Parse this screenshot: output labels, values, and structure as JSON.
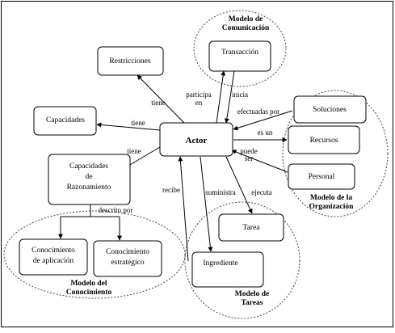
{
  "diagram": {
    "nodes": {
      "actor": [
        "Actor"
      ],
      "restricciones": [
        "Restricciones"
      ],
      "transaccion": [
        "Transacción"
      ],
      "capacidades": [
        "Capacidades"
      ],
      "soluciones": [
        "Soluciones"
      ],
      "recursos": [
        "Recursos"
      ],
      "personal": [
        "Personal"
      ],
      "capacidades_razonamiento": [
        "Capacidades",
        "de",
        "Razonamiento"
      ],
      "tarea": [
        "Tarea"
      ],
      "ingrediente": [
        "Ingrediente"
      ],
      "conocimiento_aplicacion": [
        "Conocimiento",
        "de aplicación"
      ],
      "conocimiento_estrategico": [
        "Conocimiento",
        "estratégico"
      ]
    },
    "groups": {
      "comunicacion": [
        "Modelo de",
        "Comunicación"
      ],
      "organizacion": [
        "Modelo de la",
        "Organización"
      ],
      "conocimiento": [
        "Modelo del",
        "Conocimiento"
      ],
      "tareas": [
        "Modelo de",
        "Tareas"
      ]
    },
    "edge_labels": {
      "tiene_restricciones": [
        "tiene"
      ],
      "participa_en": [
        "participa",
        "en"
      ],
      "inicia": [
        "inicia"
      ],
      "efectuadas_por": [
        "efectuadas por"
      ],
      "tiene_capacidades": [
        "tiene"
      ],
      "es_un": [
        "es un"
      ],
      "tiene_razonamiento": [
        "tiene"
      ],
      "puede_ser": [
        "puede",
        "ser"
      ],
      "recibe": [
        "recibe"
      ],
      "suministra": [
        "suministra"
      ],
      "ejecuta": [
        "ejecuta"
      ],
      "descrito_por": [
        "descrito por"
      ]
    }
  }
}
